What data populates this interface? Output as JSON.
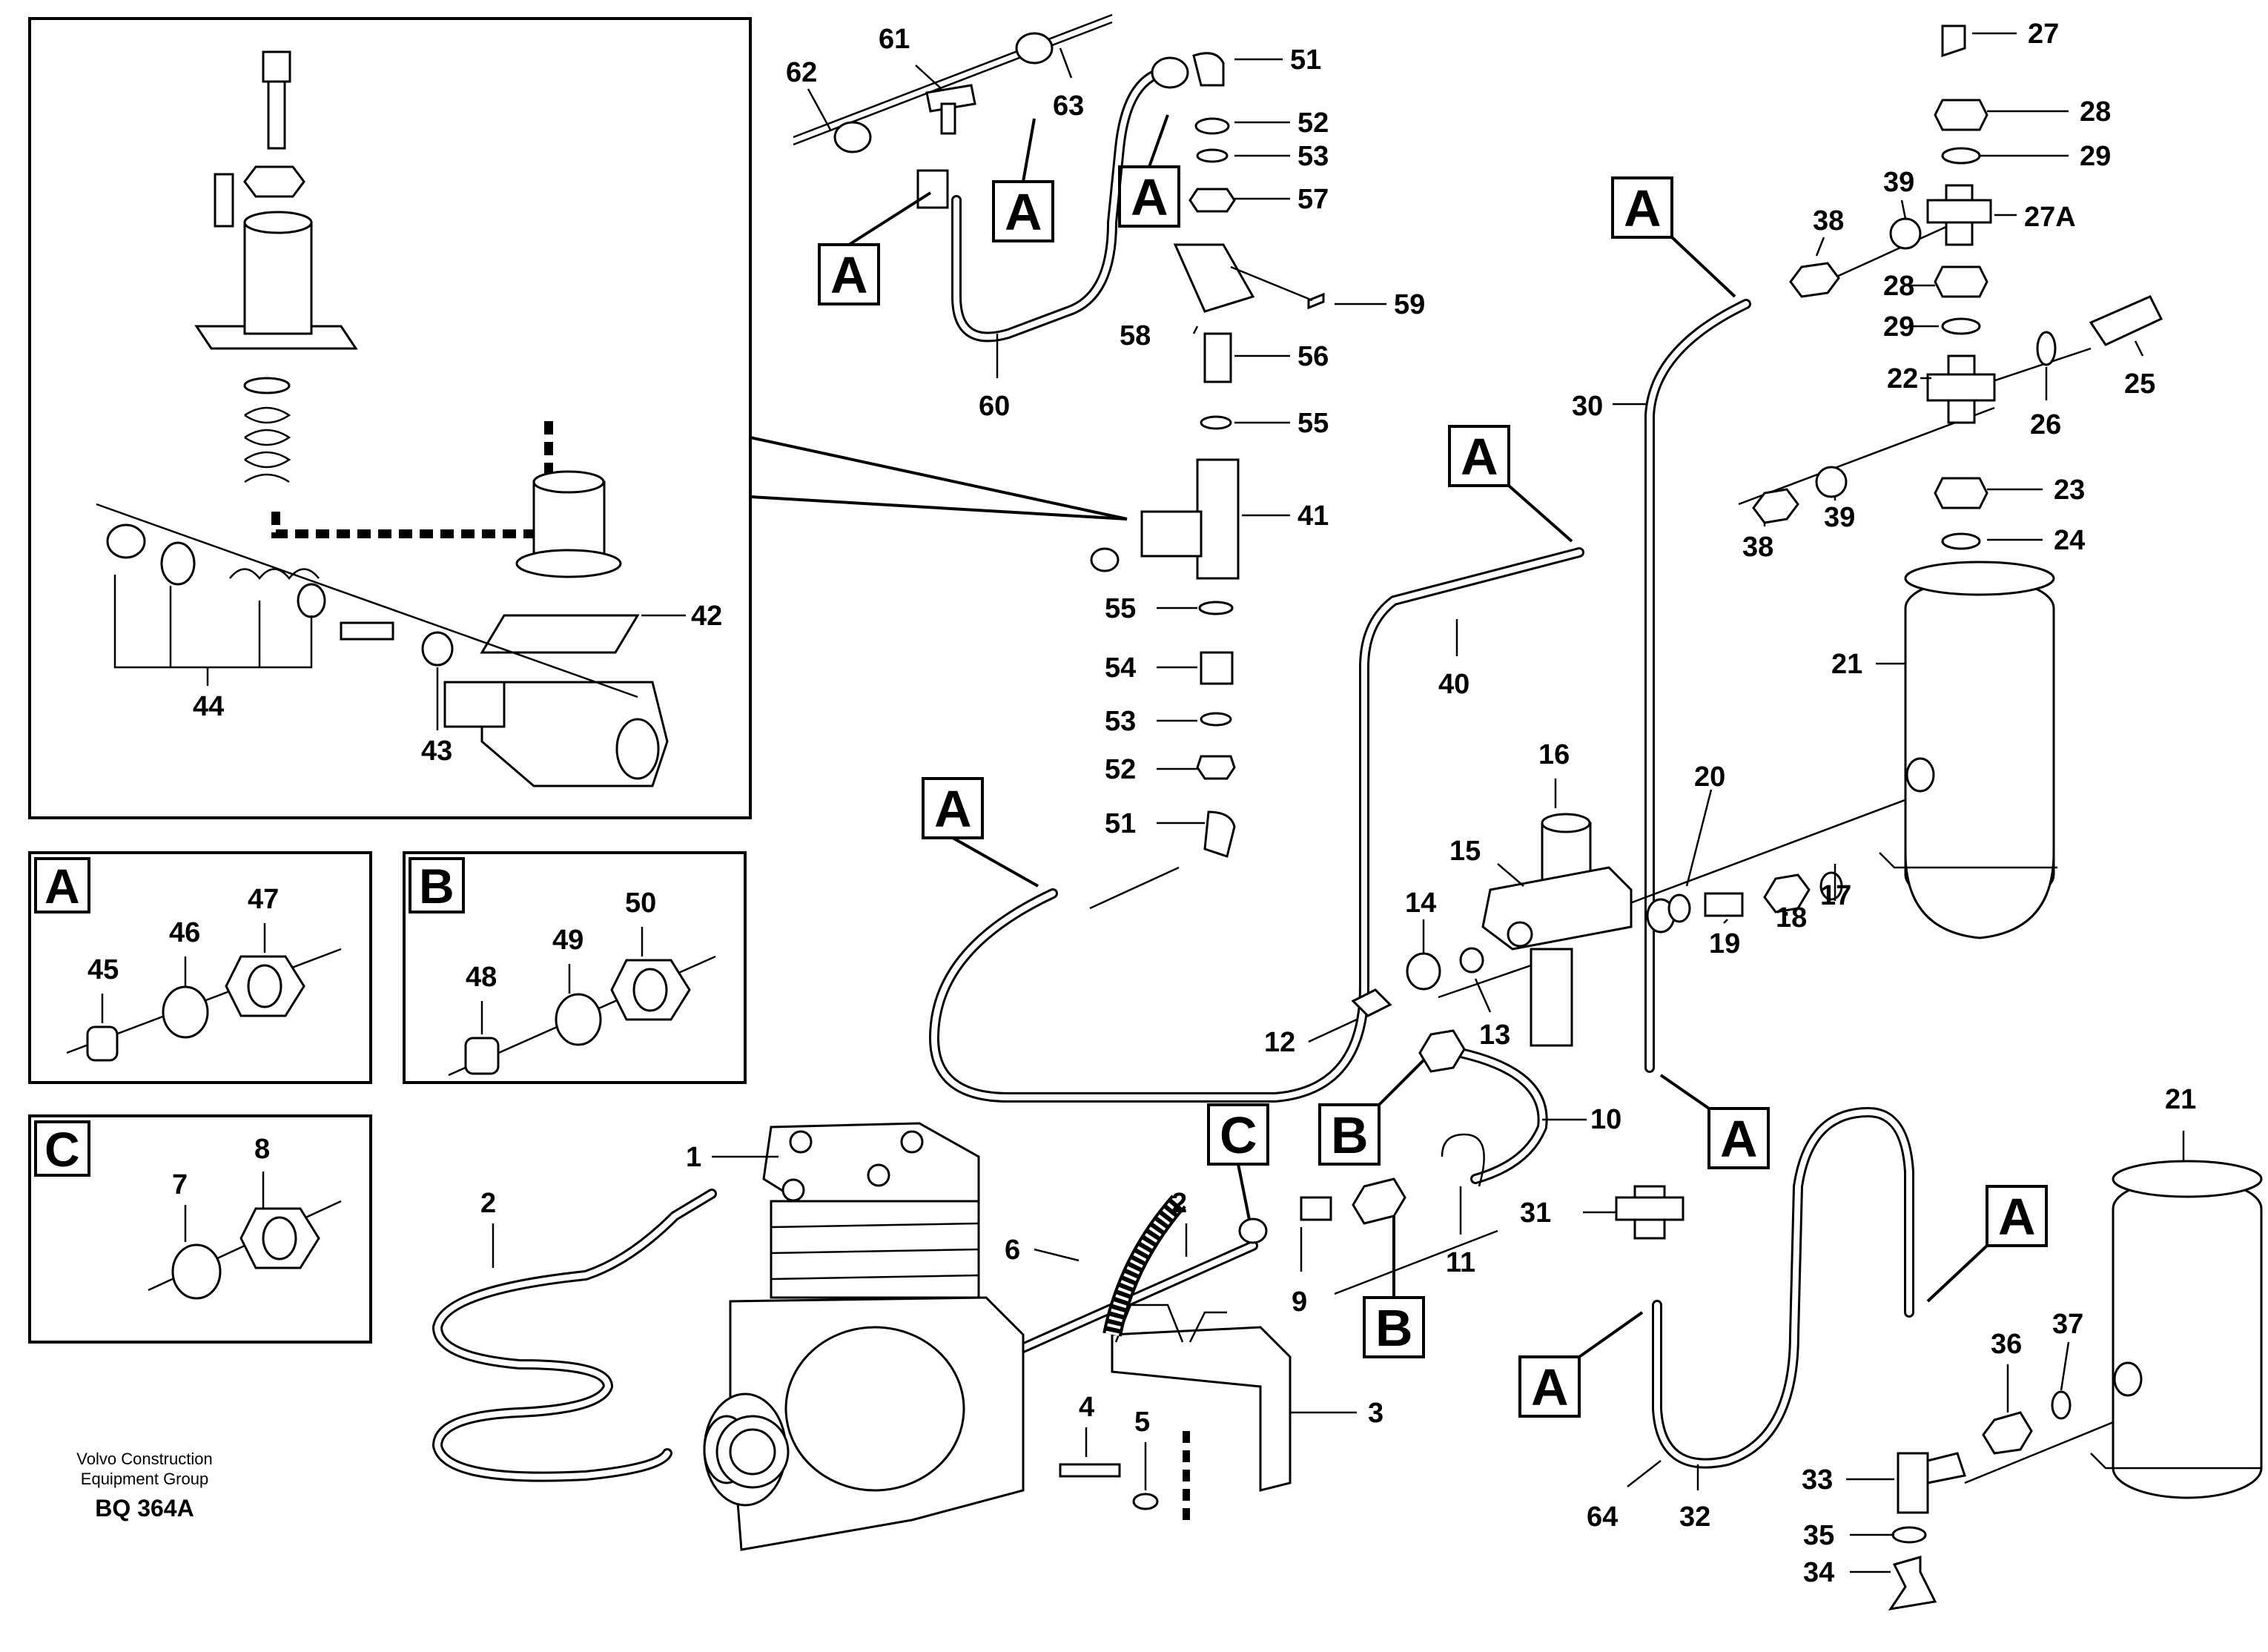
{
  "credit": {
    "line1": "Volvo Construction",
    "line2": "Equipment Group",
    "code": "BQ 364A"
  },
  "detail_boxes": {
    "a": "A",
    "b": "B",
    "c": "C"
  },
  "detail_labels": {
    "a": [
      "45",
      "46",
      "47"
    ],
    "b": [
      "48",
      "49",
      "50"
    ],
    "c": [
      "7",
      "8"
    ]
  },
  "inset_labels": [
    "44",
    "43",
    "42"
  ],
  "callout_tag": "A",
  "tags": {
    "a": "A",
    "b": "B",
    "c": "C"
  },
  "labels": {
    "l1": "1",
    "l2": "2",
    "l2b": "2",
    "l3": "3",
    "l4": "4",
    "l5": "5",
    "l6": "6",
    "l9": "9",
    "l10": "10",
    "l11": "11",
    "l12": "12",
    "l13": "13",
    "l14": "14",
    "l15": "15",
    "l16": "16",
    "l17": "17",
    "l18": "18",
    "l19": "19",
    "l20": "20",
    "l21": "21",
    "l21b": "21",
    "l22": "22",
    "l23": "23",
    "l24": "24",
    "l25": "25",
    "l26": "26",
    "l27": "27",
    "l27a": "27A",
    "l28": "28",
    "l28b": "28",
    "l29": "29",
    "l29b": "29",
    "l30": "30",
    "l31": "31",
    "l32": "32",
    "l33": "33",
    "l34": "34",
    "l35": "35",
    "l36": "36",
    "l37": "37",
    "l38": "38",
    "l38b": "38",
    "l39": "39",
    "l39b": "39",
    "l40": "40",
    "l41": "41",
    "l51": "51",
    "l51b": "51",
    "l52": "52",
    "l52b": "52",
    "l53": "53",
    "l53b": "53",
    "l54": "54",
    "l55": "55",
    "l55b": "55",
    "l56": "56",
    "l57": "57",
    "l58": "58",
    "l59": "59",
    "l60": "60",
    "l61": "61",
    "l62": "62",
    "l63": "63",
    "l64": "64"
  }
}
